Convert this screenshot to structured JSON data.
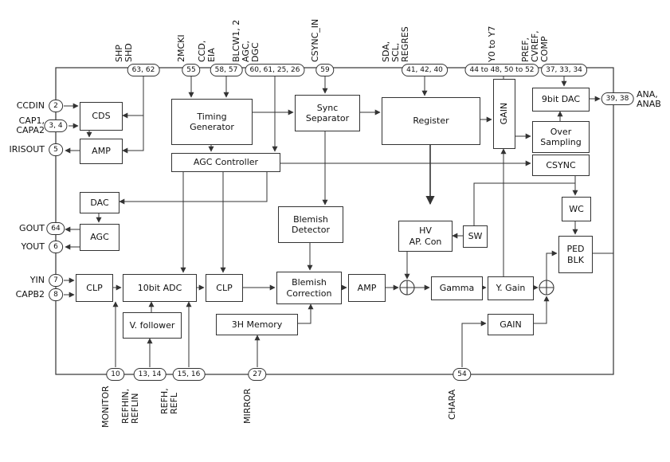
{
  "blocks": {
    "cds": "CDS",
    "amp_top": "AMP",
    "timing_generator": "Timing\nGenerator",
    "agc_controller": "AGC Controller",
    "sync_separator": "Sync\nSeparator",
    "register": "Register",
    "gain_vertical": "GAIN",
    "dac_9bit": "9bit DAC",
    "over_sampling": "Over\nSampling",
    "csync": "CSYNC",
    "wc": "WC",
    "ped_blk": "PED\nBLK",
    "dac": "DAC",
    "agc": "AGC",
    "blemish_detector": "Blemish\nDetector",
    "hv_ap_con": "HV\nAP. Con",
    "sw": "SW",
    "clp_1": "CLP",
    "adc_10bit": "10bit ADC",
    "clp_2": "CLP",
    "blemish_correction": "Blemish\nCorrection",
    "amp_mid": "AMP",
    "gamma": "Gamma",
    "y_gain": "Y. Gain",
    "gain_bottom": "GAIN",
    "v_follower": "V. follower",
    "memory_3h": "3H Memory"
  },
  "top_pins": [
    {
      "signal": "SHP\nSHD",
      "pins": "63, 62"
    },
    {
      "signal": "2MCKI",
      "pins": "55"
    },
    {
      "signal": "CCD,\nEIA",
      "pins": "58, 57"
    },
    {
      "signal": "BLCW1, 2\nAGC,\nDGC",
      "pins": "60, 61, 25, 26"
    },
    {
      "signal": "CSYNC_IN",
      "pins": "59"
    },
    {
      "signal": "SDA,\nSCL,\nREGRES",
      "pins": "41, 42, 40"
    },
    {
      "signal": "Y0 to Y7",
      "pins": "44 to 48, 50 to 52"
    },
    {
      "signal": "PREF,\nCVREF,\nCOMP",
      "pins": "37, 33, 34"
    }
  ],
  "right_pins": [
    {
      "signal": "ANA,\nANAB",
      "pins": "39, 38"
    }
  ],
  "left_pins": [
    {
      "signal": "CCDIN",
      "pins": "2"
    },
    {
      "signal": "CAP1,\nCAPA2",
      "pins": "3, 4"
    },
    {
      "signal": "IRISOUT",
      "pins": "5"
    },
    {
      "signal": "GOUT",
      "pins": "64"
    },
    {
      "signal": "YOUT",
      "pins": "6"
    },
    {
      "signal": "YIN",
      "pins": "7"
    },
    {
      "signal": "CAPB2",
      "pins": "8"
    }
  ],
  "bottom_pins": [
    {
      "signal": "MONITOR",
      "pins": "10"
    },
    {
      "signal": "REFHIN,\nREFLIN",
      "pins": "13, 14"
    },
    {
      "signal": "REFH,\nREFL",
      "pins": "15, 16"
    },
    {
      "signal": "MIRROR",
      "pins": "27"
    },
    {
      "signal": "CHARA",
      "pins": "54"
    }
  ],
  "colors": {
    "line": "#333333",
    "background": "#ffffff"
  }
}
